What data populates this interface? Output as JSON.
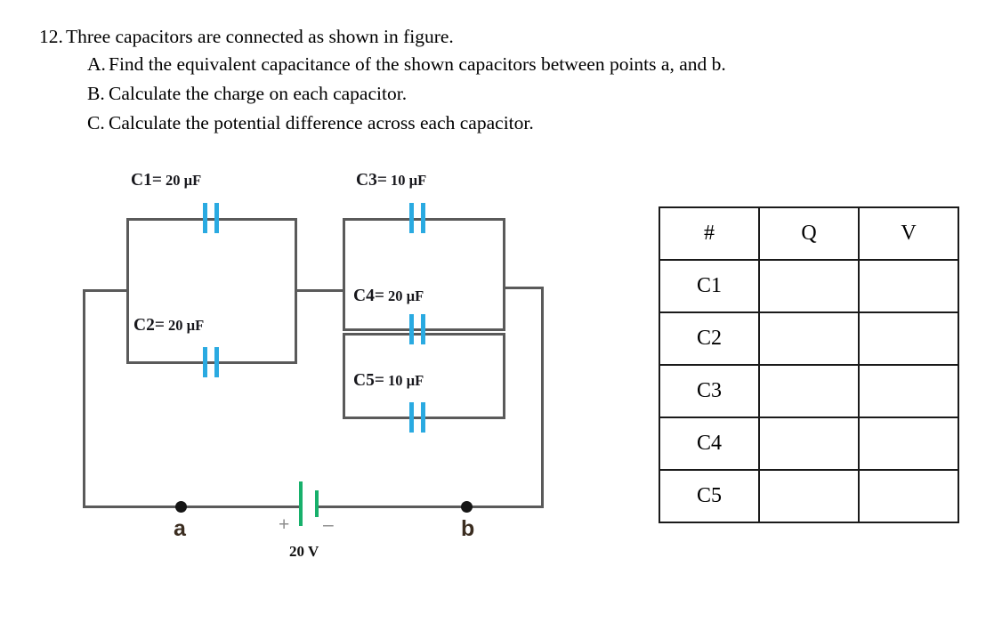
{
  "question": {
    "number": "12.",
    "stem": "Three capacitors are connected as shown in figure.",
    "parts": [
      {
        "letter": "A.",
        "text": "Find the equivalent capacitance of the shown capacitors between points a, and b."
      },
      {
        "letter": "B.",
        "text": "Calculate the charge on each capacitor."
      },
      {
        "letter": "C.",
        "text": "Calculate the potential difference across each capacitor."
      }
    ]
  },
  "circuit": {
    "capacitors": [
      {
        "name": "C1=",
        "value": "20 µF"
      },
      {
        "name": "C2=",
        "value": "20 µF"
      },
      {
        "name": "C3=",
        "value": "10 µF"
      },
      {
        "name": "C4=",
        "value": "20 µF"
      },
      {
        "name": "C5=",
        "value": "10 µF"
      }
    ],
    "nodes": {
      "left": "a",
      "right": "b"
    },
    "battery": {
      "plus": "+",
      "minus": "–",
      "value": "20 V"
    },
    "colors": {
      "wire": "#5a5a5a",
      "capacitor_plate": "#2aaae1",
      "battery_plate": "#17b06b",
      "node_dot": "#151515"
    }
  },
  "table": {
    "headers": [
      "#",
      "Q",
      "V"
    ],
    "rows": [
      {
        "label": "C1",
        "q": "",
        "v": ""
      },
      {
        "label": "C2",
        "q": "",
        "v": ""
      },
      {
        "label": "C3",
        "q": "",
        "v": ""
      },
      {
        "label": "C4",
        "q": "",
        "v": ""
      },
      {
        "label": "C5",
        "q": "",
        "v": ""
      }
    ]
  }
}
